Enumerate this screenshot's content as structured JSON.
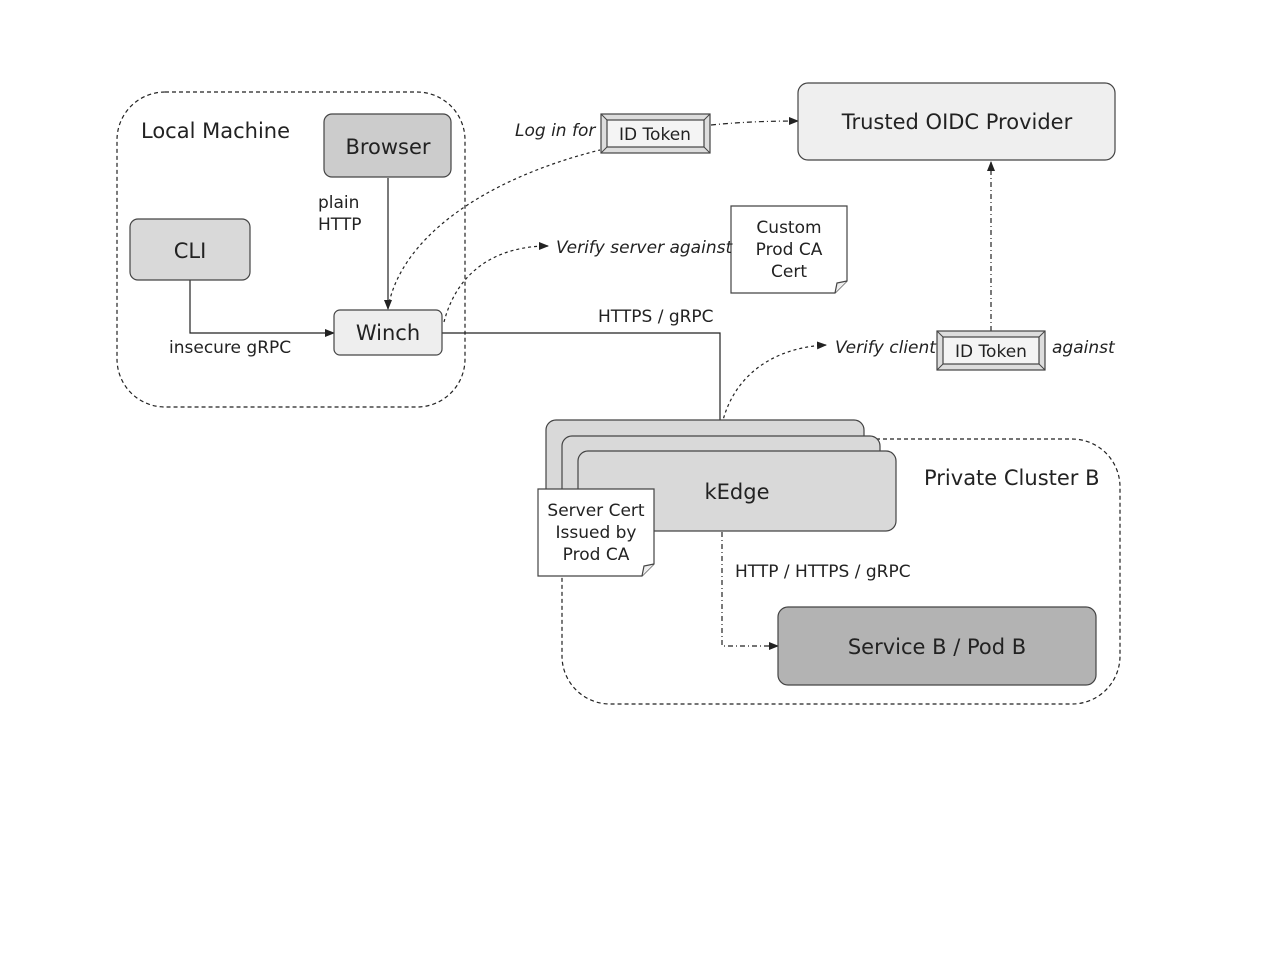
{
  "groups": {
    "local_machine": "Local Machine",
    "private_cluster": "Private Cluster B"
  },
  "nodes": {
    "browser": "Browser",
    "cli": "CLI",
    "winch": "Winch",
    "oidc": "Trusted OIDC Provider",
    "kedge": "kEdge",
    "service": "Service B / Pod B"
  },
  "edges": {
    "plain_http_1": "plain",
    "plain_http_2": "HTTP",
    "insecure_grpc": "insecure gRPC",
    "https_grpc": "HTTPS / gRPC",
    "http_https_grpc": "HTTP / HTTPS / gRPC"
  },
  "annotations": {
    "log_in_for": "Log in for",
    "id_token_top": "ID Token",
    "verify_server": "Verify server against",
    "verify_client": "Verify client",
    "id_token_right": "ID Token",
    "against": "against"
  },
  "notes": {
    "custom_ca": [
      "Custom",
      "Prod CA",
      "Cert"
    ],
    "server_cert": [
      "Server Cert",
      "Issued by",
      "Prod CA"
    ]
  }
}
